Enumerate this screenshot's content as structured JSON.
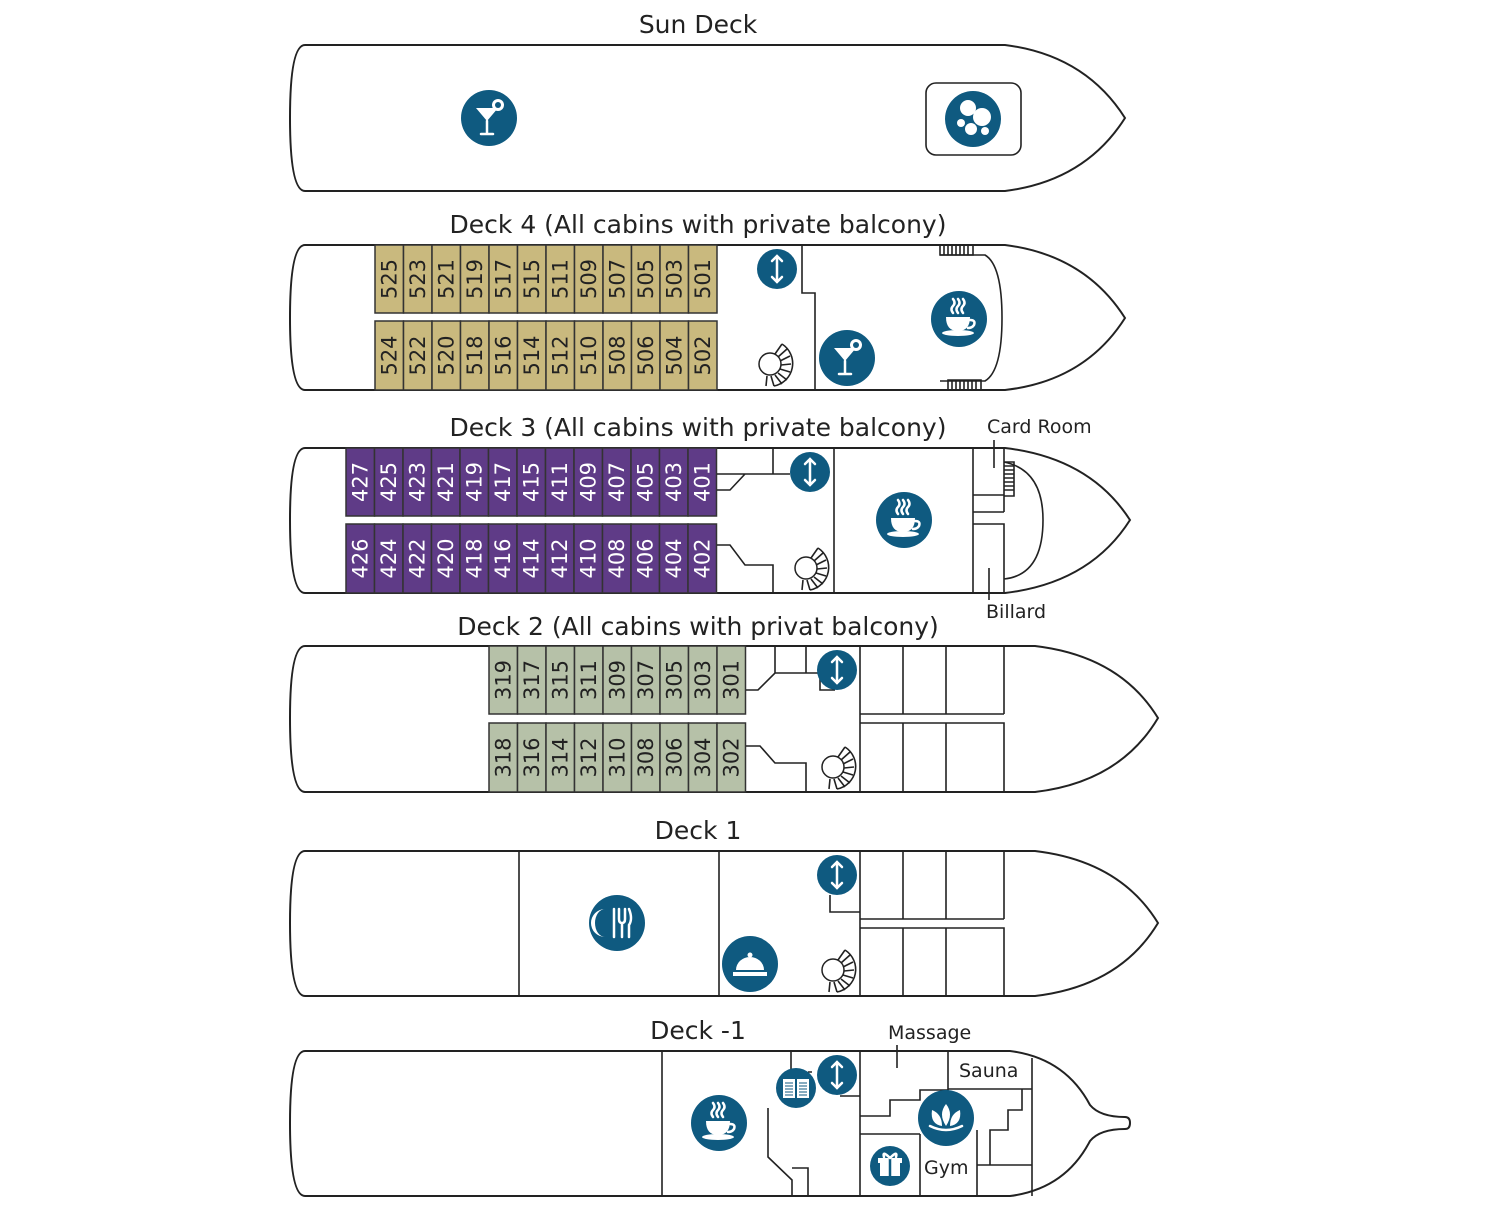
{
  "colors": {
    "deck4": "#c9b97e",
    "deck3": "#5f3b87",
    "deck2": "#b6c1a8",
    "icon": "#0f5a80"
  },
  "decks": {
    "sun": {
      "title": "Sun Deck"
    },
    "d4": {
      "title": "Deck 4 (All cabins with private balcony)",
      "top": [
        "525",
        "523",
        "521",
        "519",
        "517",
        "515",
        "511",
        "509",
        "507",
        "505",
        "503",
        "501"
      ],
      "bottom": [
        "524",
        "522",
        "520",
        "518",
        "516",
        "514",
        "512",
        "510",
        "508",
        "506",
        "504",
        "502"
      ]
    },
    "d3": {
      "title": "Deck 3 (All cabins with private balcony)",
      "card_room": "Card Room",
      "billard": "Billard",
      "top": [
        "427",
        "425",
        "423",
        "421",
        "419",
        "417",
        "415",
        "411",
        "409",
        "407",
        "405",
        "403",
        "401"
      ],
      "bottom": [
        "426",
        "424",
        "422",
        "420",
        "418",
        "416",
        "414",
        "412",
        "410",
        "408",
        "406",
        "404",
        "402"
      ]
    },
    "d2": {
      "title": "Deck 2 (All cabins with privat balcony)",
      "top": [
        "319",
        "317",
        "315",
        "311",
        "309",
        "307",
        "305",
        "303",
        "301"
      ],
      "bottom": [
        "318",
        "316",
        "314",
        "312",
        "310",
        "308",
        "306",
        "304",
        "302"
      ]
    },
    "d1": {
      "title": "Deck 1"
    },
    "dm1": {
      "title": "Deck -1",
      "massage": "Massage",
      "sauna": "Sauna",
      "gym": "Gym"
    }
  }
}
